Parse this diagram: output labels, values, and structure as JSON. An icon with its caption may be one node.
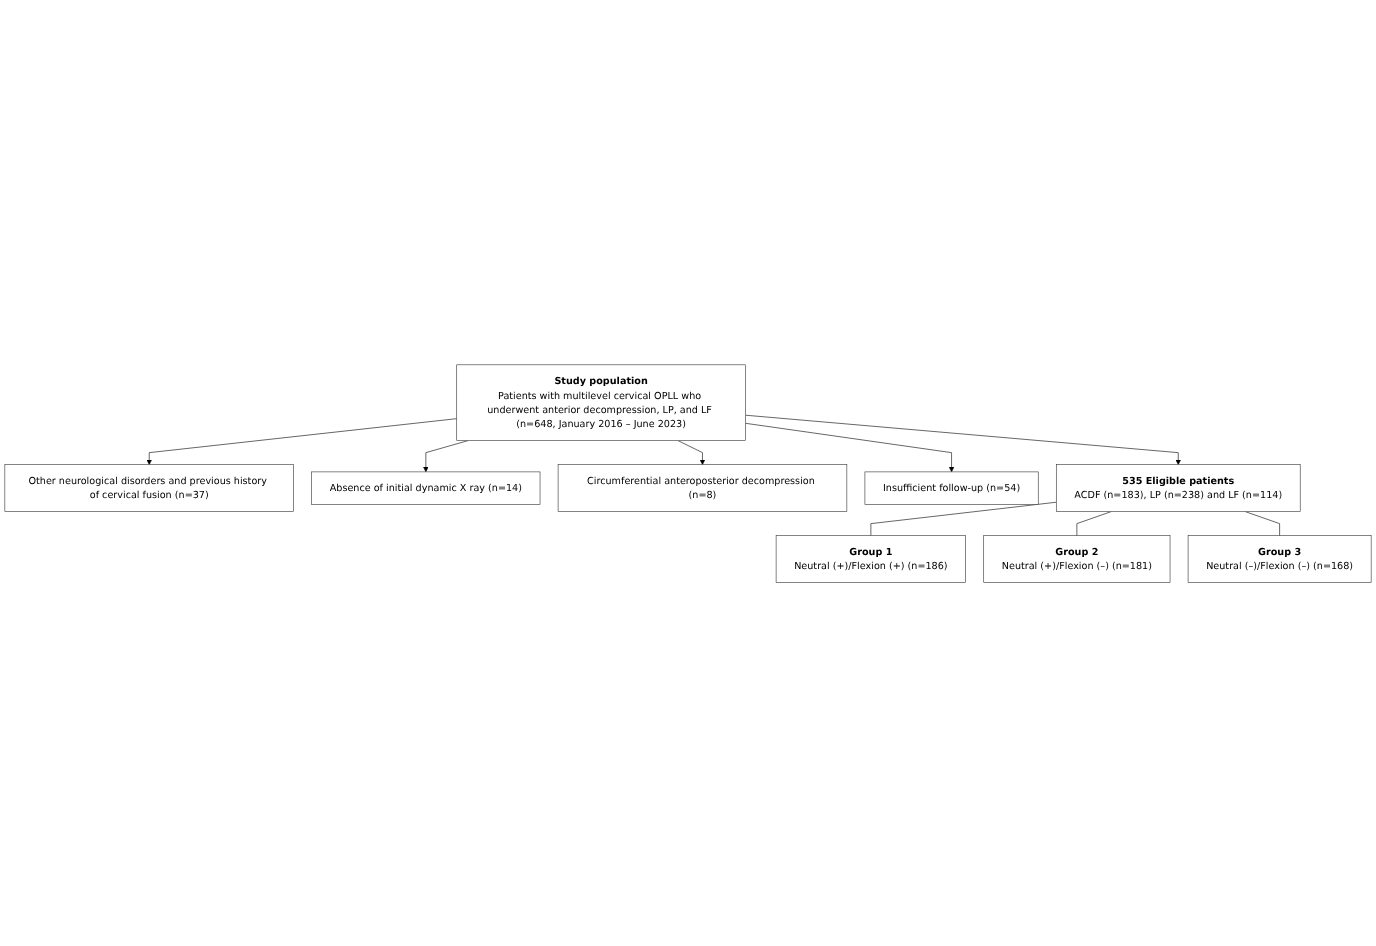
{
  "diagram": {
    "nodes": [
      {
        "text": [
          "Study population",
          "Patients with multilevel cervical OPLL who underwent anterior decompression, LP, and LF (n=648, January 2016 – June 2023)"
        ]
      },
      {
        "text": [
          "Other neurological disorders and previous history of cervical fusion (n=37)"
        ]
      },
      {
        "text": [
          "Absence of initial dynamic X ray (n=14)"
        ]
      },
      {
        "text": [
          "Circumferential anteroposterior decompression (n=8)"
        ]
      },
      {
        "text": [
          "Insufficient follow-up (n=54)"
        ]
      },
      {
        "text": [
          "535 Eligible patients",
          "ACDF (n=183), LP (n=238) and LF (n=114)"
        ]
      },
      {
        "text": [
          "Group 1",
          "Neutral (+)/Flexion (+) (n=186)"
        ]
      },
      {
        "text": [
          "Group 2",
          "Neutral (+)/Flexion (–) (n=181)"
        ]
      },
      {
        "text": [
          "Group 3",
          "Neutral (–)/Flexion (–) (n=168)"
        ]
      }
    ],
    "edges": [
      {
        "from": 0,
        "to": 1,
        "arrow": "to"
      },
      {
        "from": 0,
        "to": 2,
        "arrow": "to"
      },
      {
        "from": 0,
        "to": 3,
        "arrow": "to"
      },
      {
        "from": 0,
        "to": 4,
        "arrow": "to"
      },
      {
        "from": 0,
        "to": 5,
        "arrow": "to"
      },
      {
        "from": 5,
        "to": 6,
        "arrow": "none"
      },
      {
        "from": 5,
        "to": 7,
        "arrow": "none"
      },
      {
        "from": 5,
        "to": 8,
        "arrow": "none"
      }
    ]
  }
}
